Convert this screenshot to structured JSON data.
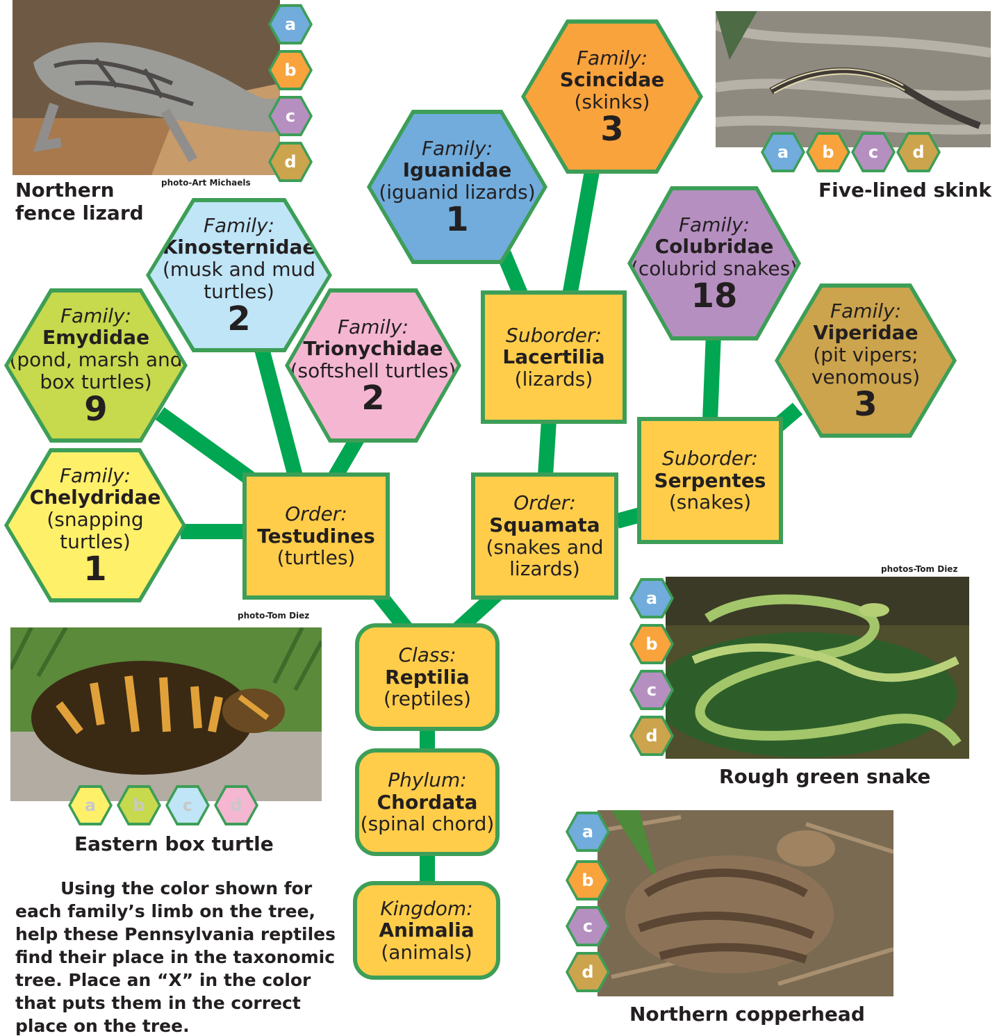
{
  "colors": {
    "branch": "#00a651",
    "outline": "#3d9e57",
    "rank_box": "#ffcd4a",
    "iguanidae": "#71acdc",
    "scincidae": "#f9a33d",
    "colubridae": "#b68fc1",
    "viperidae": "#cca44d",
    "kinosternidae": "#bfe5f7",
    "emydidae": "#c7d94c",
    "trionychidae": "#f5b6d2",
    "chelydridae": "#fff06a"
  },
  "tree": {
    "kingdom": {
      "rank": "Kingdom:",
      "taxon": "Animalia",
      "common": "(animals)"
    },
    "phylum": {
      "rank": "Phylum:",
      "taxon": "Chordata",
      "common": "(spinal chord)"
    },
    "class": {
      "rank": "Class:",
      "taxon": "Reptilia",
      "common": "(reptiles)"
    },
    "testudines": {
      "rank": "Order:",
      "taxon": "Testudines",
      "common": "(turtles)"
    },
    "squamata": {
      "rank": "Order:",
      "taxon": "Squamata",
      "common_1": "(snakes and",
      "common_2": "lizards)"
    },
    "lacertilia": {
      "rank": "Suborder:",
      "taxon": "Lacertilia",
      "common": "(lizards)"
    },
    "serpentes": {
      "rank": "Suborder:",
      "taxon": "Serpentes",
      "common": "(snakes)"
    },
    "iguanidae": {
      "rank": "Family:",
      "taxon": "Iguanidae",
      "common": "(iguanid lizards)",
      "count": "1"
    },
    "scincidae": {
      "rank": "Family:",
      "taxon": "Scincidae",
      "common": "(skinks)",
      "count": "3"
    },
    "colubridae": {
      "rank": "Family:",
      "taxon": "Colubridae",
      "common": "(colubrid snakes)",
      "count": "18"
    },
    "viperidae": {
      "rank": "Family:",
      "taxon": "Viperidae",
      "common_1": "(pit vipers;",
      "common_2": "venomous)",
      "count": "3"
    },
    "kinosternidae": {
      "rank": "Family:",
      "taxon": "Kinosternidae",
      "common_1": "(musk and mud",
      "common_2": "turtles)",
      "count": "2"
    },
    "emydidae": {
      "rank": "Family:",
      "taxon": "Emydidae",
      "common_1": "(pond, marsh and",
      "common_2": "box turtles)",
      "count": "9"
    },
    "trionychidae": {
      "rank": "Family:",
      "taxon": "Trionychidae",
      "common": "(softshell turtles)",
      "count": "2"
    },
    "chelydridae": {
      "rank": "Family:",
      "taxon": "Chelydridae",
      "common_1": "(snapping",
      "common_2": "turtles)",
      "count": "1"
    }
  },
  "reptiles": {
    "fence_lizard": {
      "caption_1": "Northern",
      "caption_2": "fence lizard",
      "credit": "photo-Art Michaels",
      "options": [
        "a",
        "b",
        "c",
        "d"
      ]
    },
    "skink": {
      "caption": "Five-lined skink",
      "options": [
        "a",
        "b",
        "c",
        "d"
      ]
    },
    "green_snake": {
      "caption": "Rough green snake",
      "credit": "photos-Tom Diez",
      "options": [
        "a",
        "b",
        "c",
        "d"
      ]
    },
    "box_turtle": {
      "caption": "Eastern box turtle",
      "credit": "photo-Tom Diez",
      "options": [
        "a",
        "b",
        "c",
        "d"
      ]
    },
    "copperhead": {
      "caption": "Northern copperhead",
      "options": [
        "a",
        "b",
        "c",
        "d"
      ]
    }
  },
  "instructions": "Using the color shown for each family’s limb on the tree, help these Pennsylvania reptiles find their place in the taxonomic tree. Place an “X” in the color that puts them in the correct place on the tree."
}
